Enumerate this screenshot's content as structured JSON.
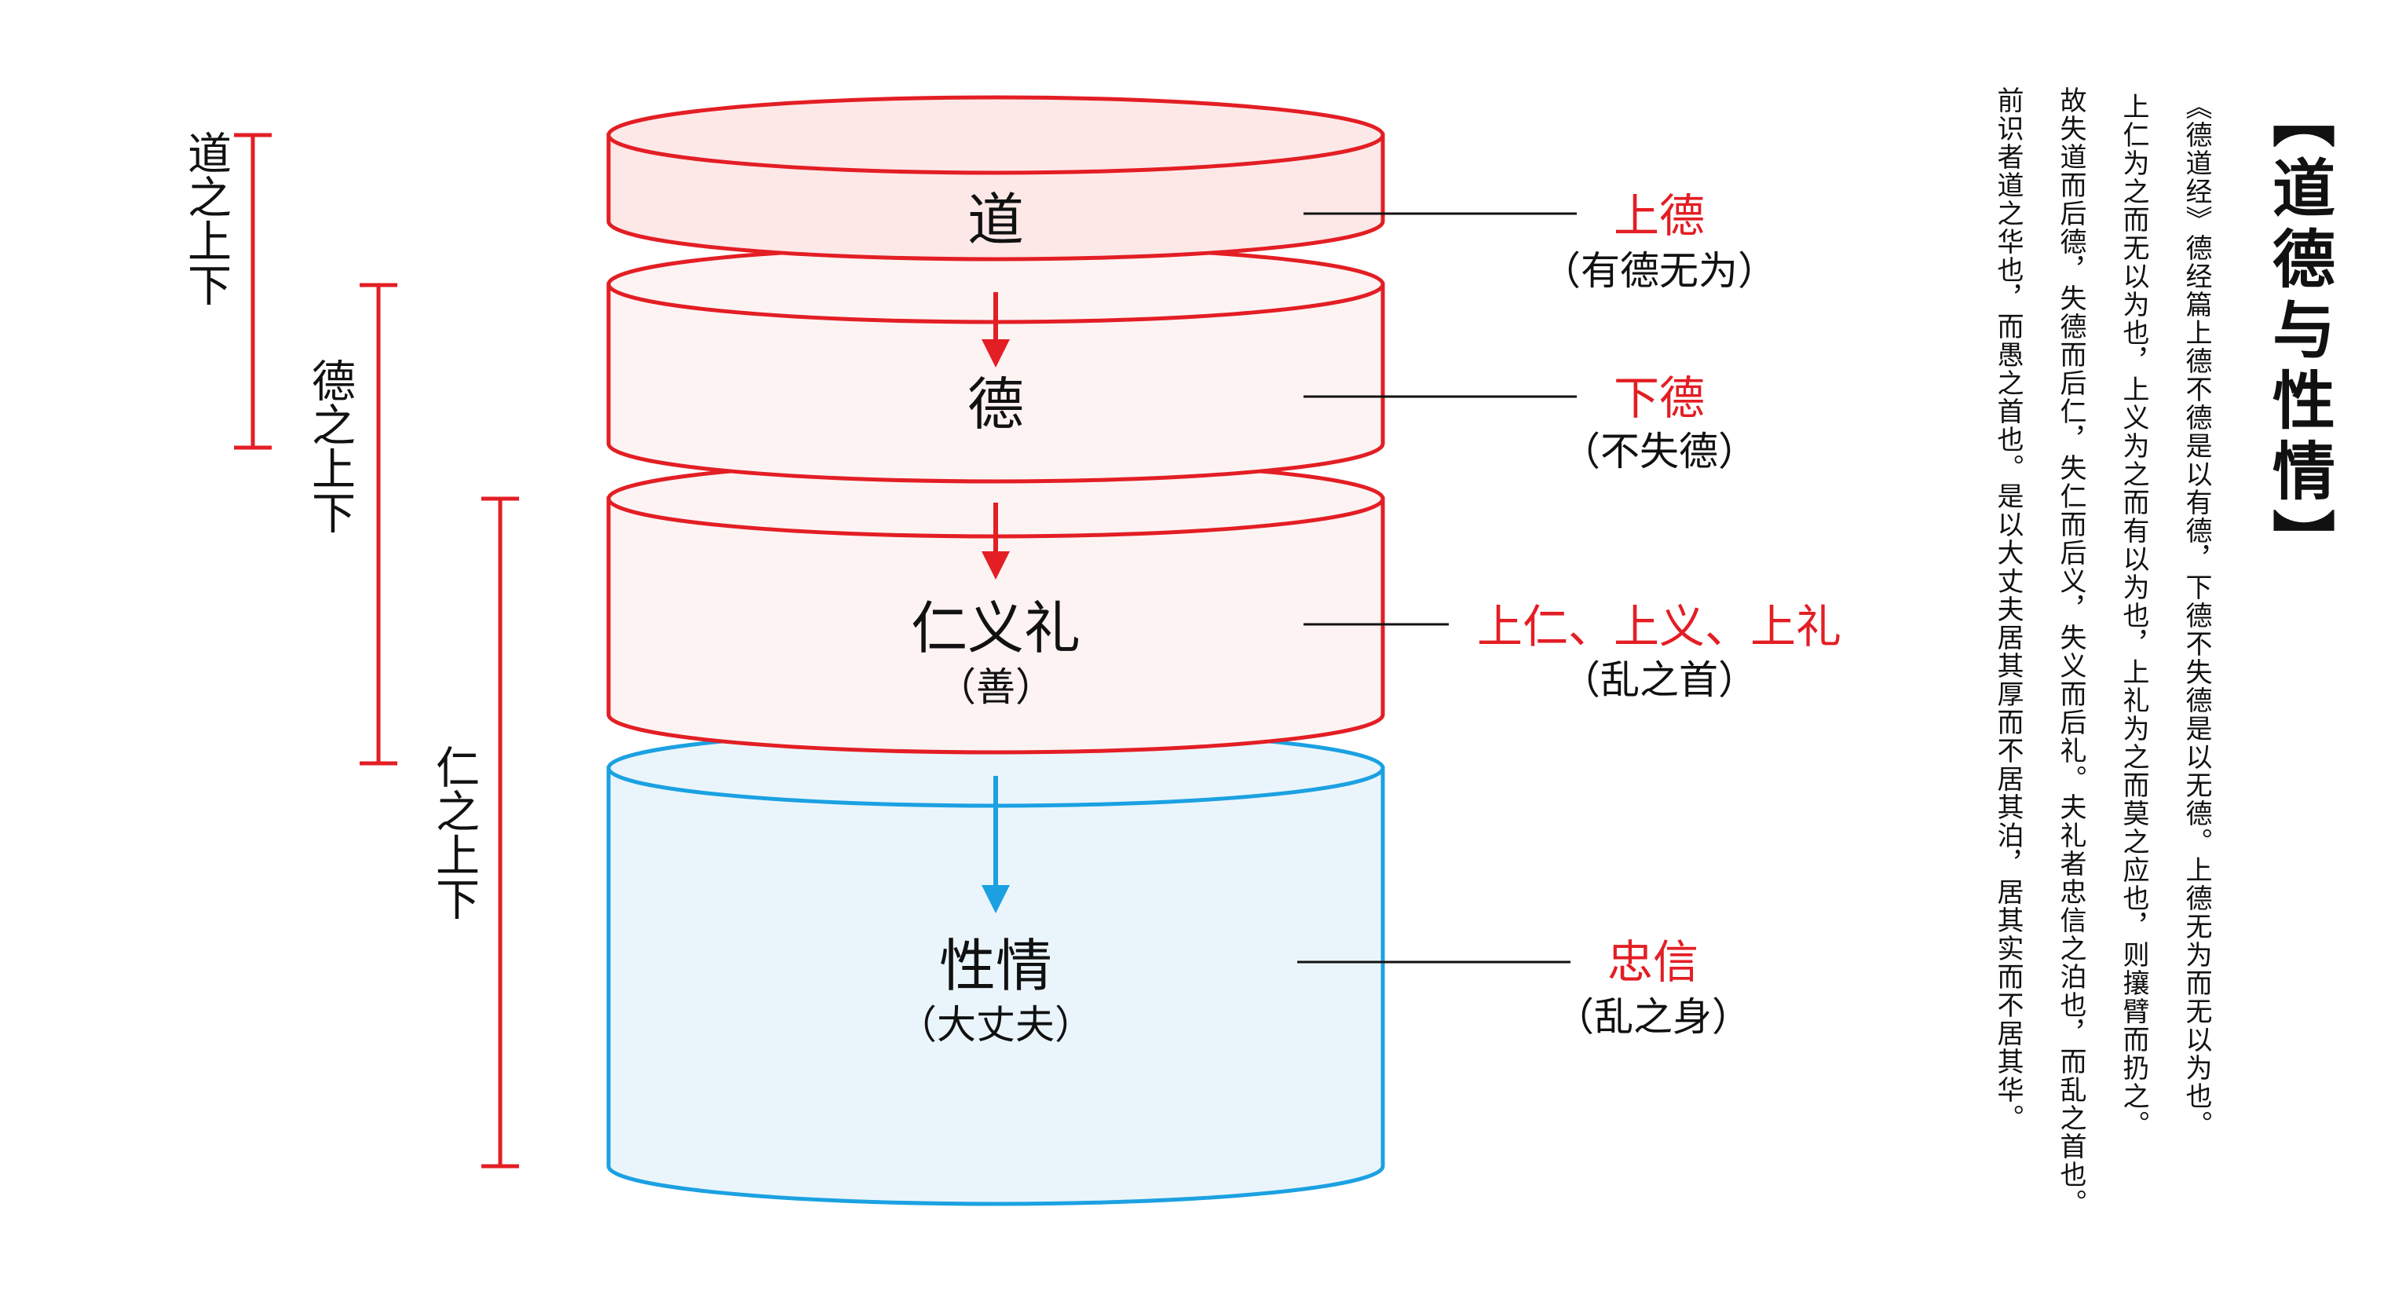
{
  "colors": {
    "red": "#e31e24",
    "blue": "#1ba1e2",
    "red_fill_light": "#fde8e8",
    "red_fill_lighter": "#fdf3f3",
    "blue_fill": "#eaf5fb",
    "text": "#111111"
  },
  "brackets": [
    {
      "label": "道之上下"
    },
    {
      "label": "德之上下"
    },
    {
      "label": "仁之上下"
    }
  ],
  "layers": [
    {
      "label": "道",
      "sub": "",
      "side_label": "上德",
      "side_sub": "（有德无为）"
    },
    {
      "label": "德",
      "sub": "",
      "side_label": "下德",
      "side_sub": "（不失德）"
    },
    {
      "label": "仁义礼",
      "sub": "（善）",
      "side_label": "上仁、上义、上礼",
      "side_sub": "（乱之首）"
    },
    {
      "label": "性情",
      "sub": "（大丈夫）",
      "side_label": "忠信",
      "side_sub": "（乱之身）"
    }
  ],
  "title": "【道德与性情】",
  "text_columns": [
    "《德道经》德经篇上德不德是以有德，下德不失德是以无德。上德无为而无以为也。",
    "上仁为之而无以为也，上义为之而有以为也，上礼为之而莫之应也，则攘臂而扔之。",
    "故失道而后德，失德而后仁，失仁而后义，失义而后礼。夫礼者忠信之泊也，而乱之首也。",
    "前识者道之华也，而愚之首也。是以大丈夫居其厚而不居其泊，居其实而不居其华。"
  ]
}
